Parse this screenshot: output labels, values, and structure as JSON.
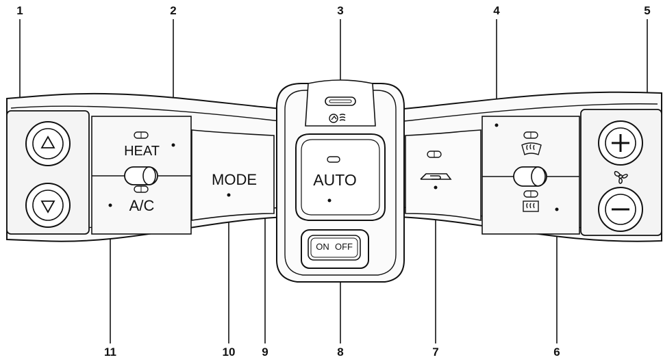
{
  "callouts": [
    "1",
    "2",
    "3",
    "4",
    "5",
    "6",
    "7",
    "8",
    "9",
    "10",
    "11"
  ],
  "buttons": {
    "heat": "HEAT",
    "ac": "A/C",
    "mode": "MODE",
    "auto": "AUTO",
    "on": "ON",
    "off": "OFF"
  },
  "icons": {
    "temp_up": "triangle-up-icon",
    "temp_down": "triangle-down-icon",
    "fan_up": "plus-icon",
    "fan_down": "minus-icon",
    "fan": "fan-icon",
    "front_defrost": "front-defroster-icon",
    "rear_defrost": "rear-defroster-icon",
    "recirculation": "air-recirculation-icon",
    "sensor": "intake-sensor-icon"
  }
}
